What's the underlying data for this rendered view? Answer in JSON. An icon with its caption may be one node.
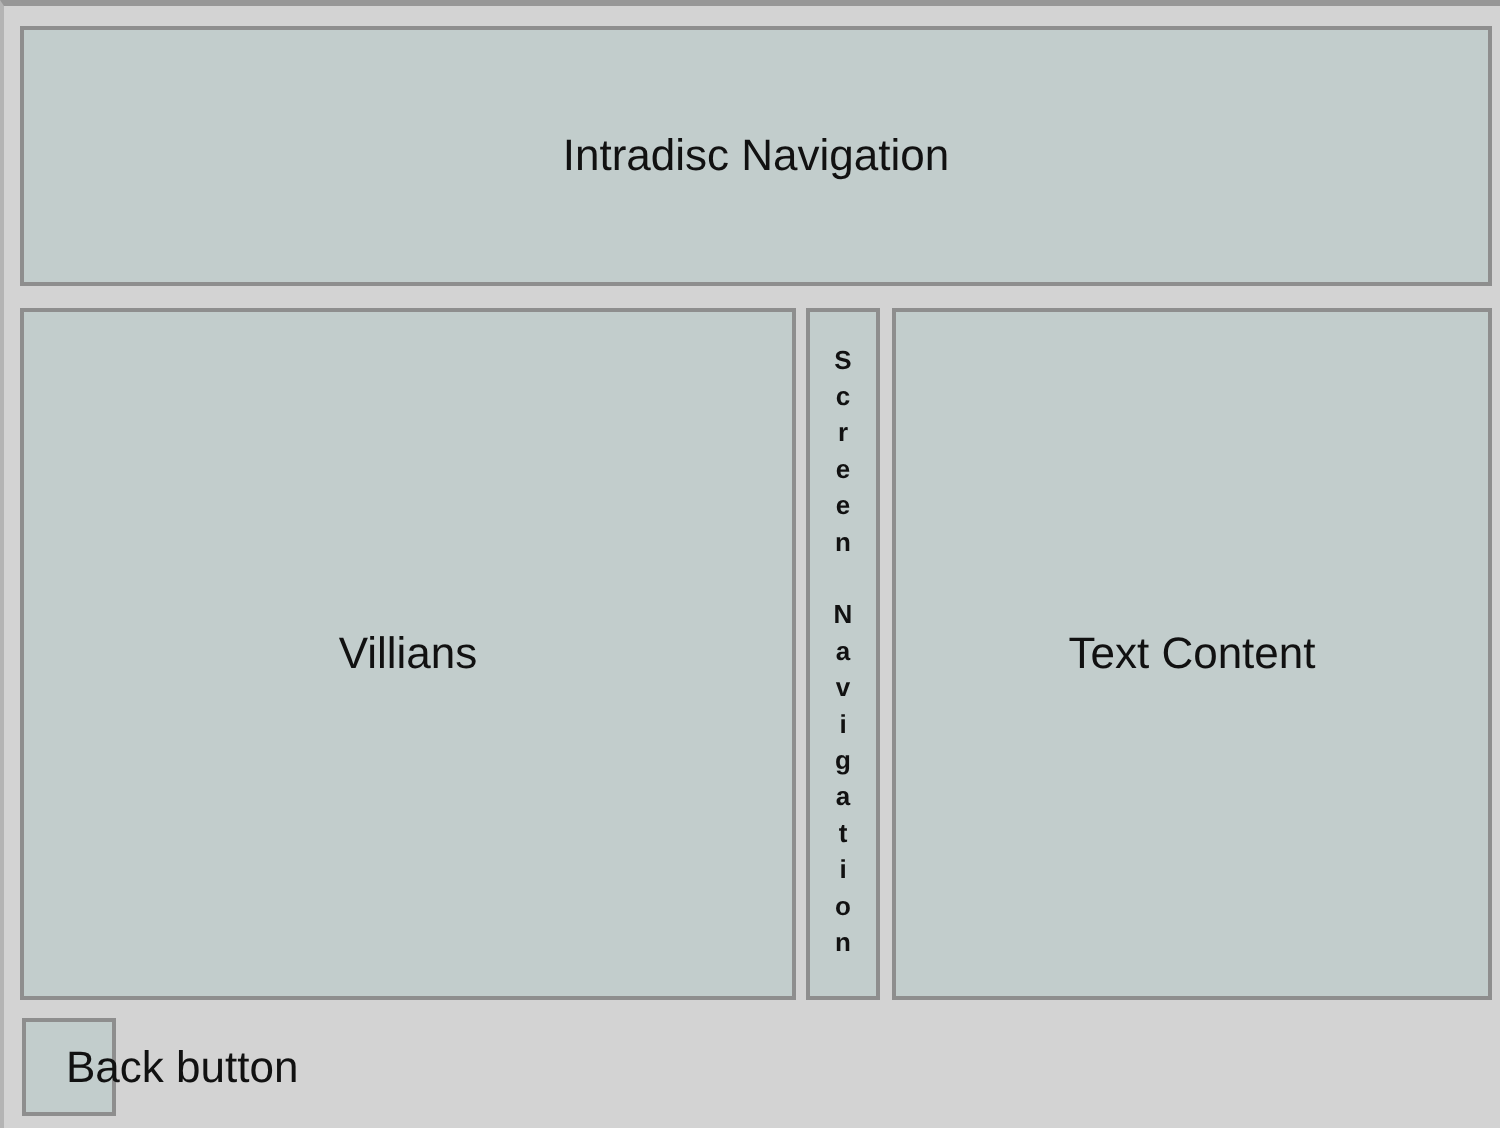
{
  "diagram": {
    "nodes": [
      {
        "text": [
          "Intradisc Navigation"
        ]
      },
      {
        "text": [
          "Villians"
        ]
      },
      {
        "text": [
          "Screen Navigation"
        ]
      },
      {
        "text": [
          "Text Content"
        ]
      },
      {
        "text": [
          "Back button"
        ]
      }
    ]
  }
}
